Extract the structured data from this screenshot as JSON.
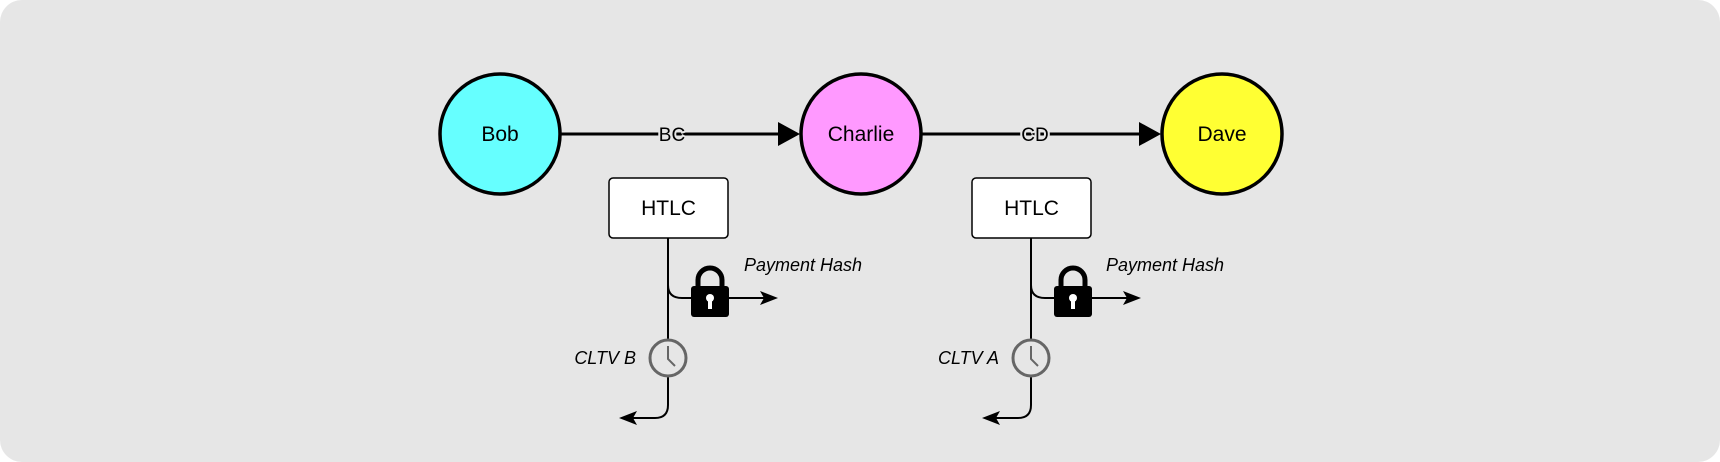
{
  "diagram": {
    "nodes": [
      {
        "id": "bob",
        "label": "Bob",
        "color": "#66ffff"
      },
      {
        "id": "charlie",
        "label": "Charlie",
        "color": "#ff99ff"
      },
      {
        "id": "dave",
        "label": "Dave",
        "color": "#ffff33"
      }
    ],
    "edges": [
      {
        "from": "bob",
        "to": "charlie",
        "label": "BC"
      },
      {
        "from": "charlie",
        "to": "dave",
        "label": "CD"
      }
    ],
    "htlcs": [
      {
        "box_label": "HTLC",
        "hash_label": "Payment Hash",
        "cltv_label": "CLTV B",
        "lock_icon": "lock-icon",
        "clock_icon": "clock-icon"
      },
      {
        "box_label": "HTLC",
        "hash_label": "Payment Hash",
        "cltv_label": "CLTV A",
        "lock_icon": "lock-icon",
        "clock_icon": "clock-icon"
      }
    ],
    "colors": {
      "background": "#e6e6e6",
      "stroke": "#000000",
      "clock": "#666666",
      "box_fill": "#ffffff"
    }
  }
}
